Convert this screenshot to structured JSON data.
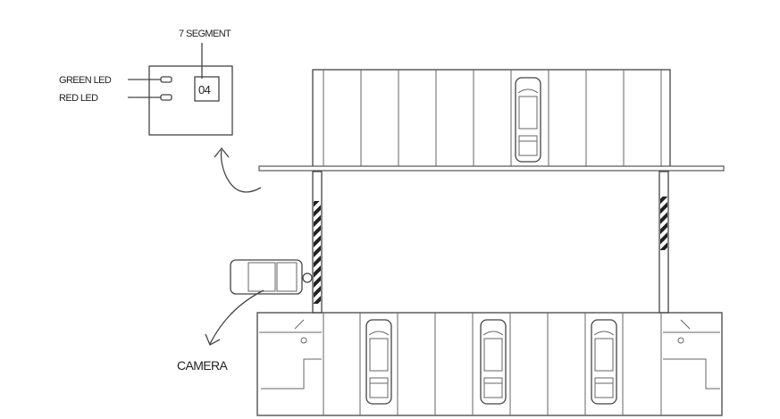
{
  "labels": {
    "seven_segment": "7 SEGMENT",
    "display_value": "04",
    "green_led": "GREEN LED",
    "red_led": "RED LED",
    "camera": "CAMERA"
  },
  "colors": {
    "line": "#444444",
    "background": "#ffffff"
  }
}
